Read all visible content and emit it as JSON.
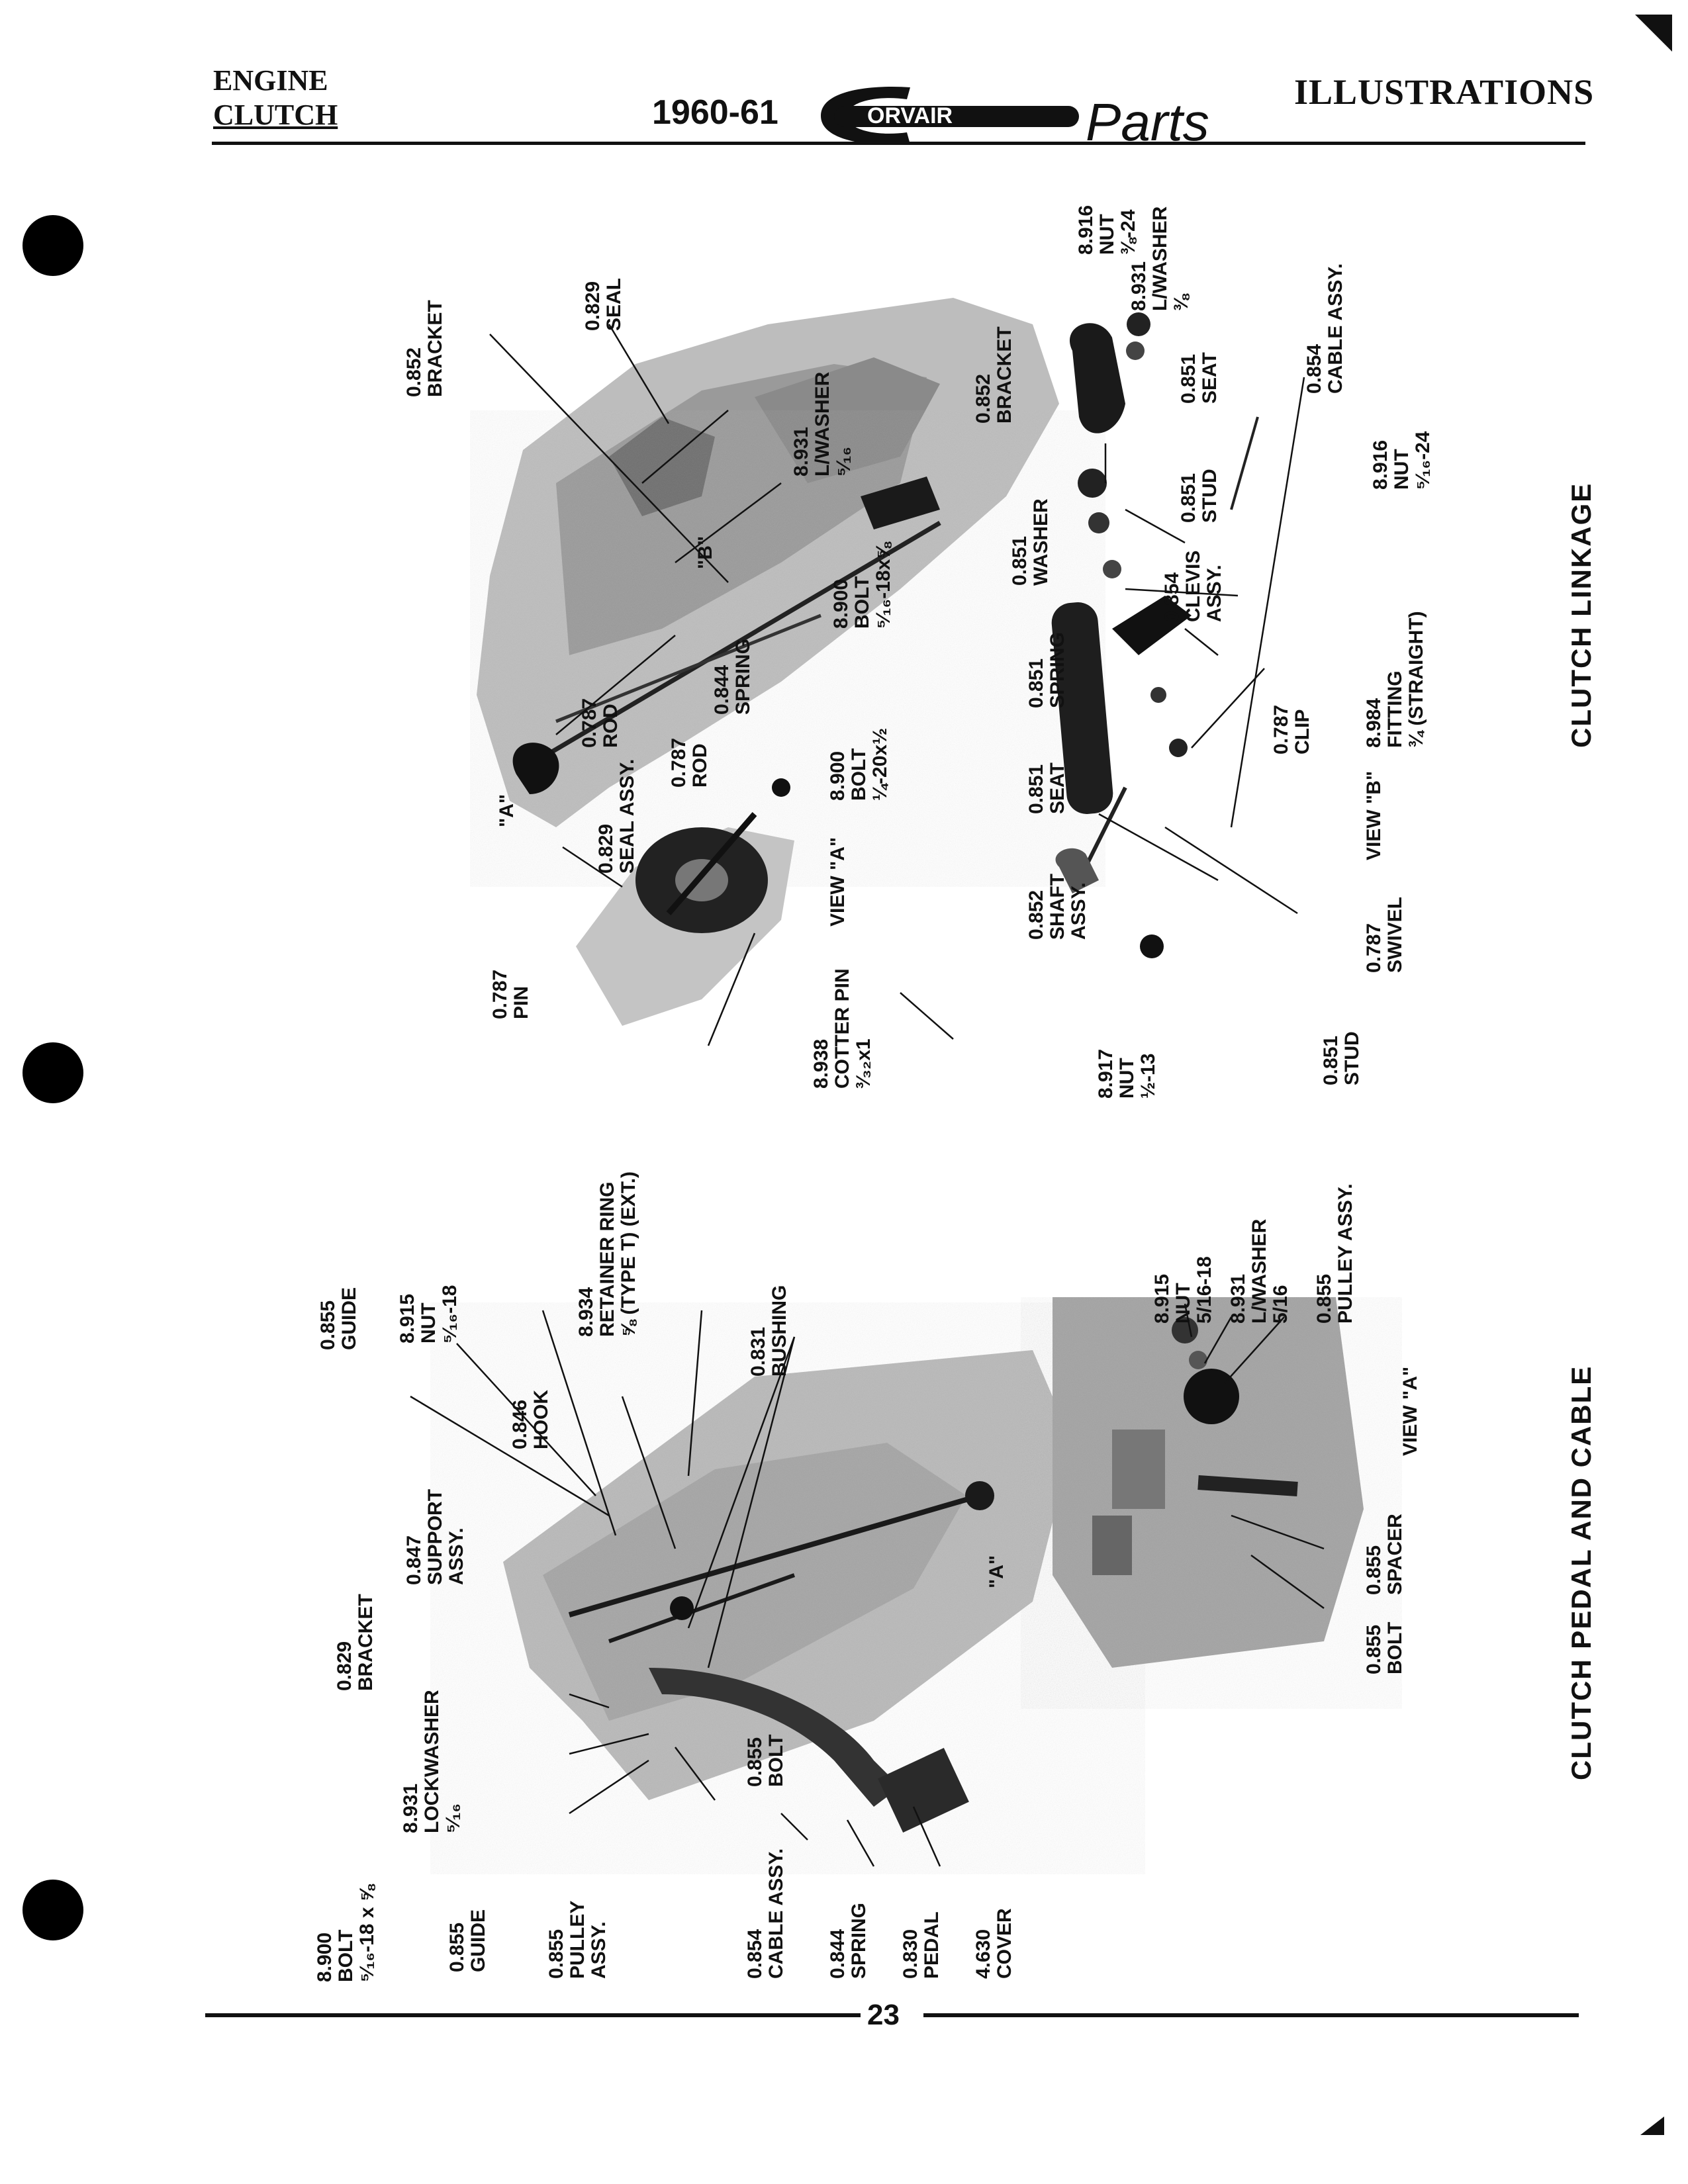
{
  "header": {
    "left_line1": "ENGINE",
    "left_line2": "CLUTCH",
    "center_year": "1960-61",
    "logo_word": "ORVAIR",
    "logo_script": "Parts",
    "right_title": "ILLUSTRATIONS"
  },
  "sections": {
    "upper": "CLUTCH LINKAGE",
    "lower": "CLUTCH PEDAL AND CABLE"
  },
  "upper_labels": [
    {
      "num": "0.852",
      "lines": [
        "BRACKET"
      ]
    },
    {
      "num": "0.829",
      "lines": [
        "SEAL"
      ]
    },
    {
      "num": "8.931",
      "lines": [
        "L/WASHER",
        "⁵⁄₁₆"
      ]
    },
    {
      "num": "8.900",
      "lines": [
        "BOLT",
        "⁵⁄₁₆-18x⅝"
      ]
    },
    {
      "num": "\"B\"",
      "lines": []
    },
    {
      "num": "0.844",
      "lines": [
        "SPRING"
      ]
    },
    {
      "num": "0.787",
      "lines": [
        "ROD"
      ]
    },
    {
      "num": "\"A\"",
      "lines": []
    },
    {
      "num": "0.787",
      "lines": [
        "ROD"
      ]
    },
    {
      "num": "0.829",
      "lines": [
        "SEAL ASSY."
      ]
    },
    {
      "num": "8.900",
      "lines": [
        "BOLT",
        "¼-20x½"
      ]
    },
    {
      "num": "VIEW \"A\"",
      "lines": []
    },
    {
      "num": "0.787",
      "lines": [
        "PIN"
      ]
    },
    {
      "num": "8.938",
      "lines": [
        "COTTER PIN",
        "³⁄₃₂x1"
      ]
    },
    {
      "num": "8.916",
      "lines": [
        "NUT",
        "⅜-24"
      ]
    },
    {
      "num": "8.931",
      "lines": [
        "L/WASHER",
        "⅜"
      ]
    },
    {
      "num": "0.852",
      "lines": [
        "BRACKET"
      ]
    },
    {
      "num": "0.851",
      "lines": [
        "SEAT"
      ]
    },
    {
      "num": "0.854",
      "lines": [
        "CABLE ASSY."
      ]
    },
    {
      "num": "0.851",
      "lines": [
        "WASHER"
      ]
    },
    {
      "num": "0.851",
      "lines": [
        "STUD"
      ]
    },
    {
      "num": "8.916",
      "lines": [
        "NUT",
        "⁵⁄₁₆-24"
      ]
    },
    {
      "num": "0.851",
      "lines": [
        "SPRING"
      ]
    },
    {
      "num": "0.854",
      "lines": [
        "CLEVIS",
        "ASSY."
      ]
    },
    {
      "num": "0.851",
      "lines": [
        "SEAT"
      ]
    },
    {
      "num": "8.984",
      "lines": [
        "FITTING",
        "¾ (STRAIGHT)"
      ]
    },
    {
      "num": "0.787",
      "lines": [
        "CLIP"
      ]
    },
    {
      "num": "0.852",
      "lines": [
        "SHAFT",
        "ASSY."
      ]
    },
    {
      "num": "VIEW \"B\"",
      "lines": []
    },
    {
      "num": "0.787",
      "lines": [
        "SWIVEL"
      ]
    },
    {
      "num": "8.917",
      "lines": [
        "NUT",
        "½-13"
      ]
    },
    {
      "num": "0.851",
      "lines": [
        "STUD"
      ]
    }
  ],
  "lower_labels": [
    {
      "num": "0.855",
      "lines": [
        "GUIDE"
      ]
    },
    {
      "num": "8.915",
      "lines": [
        "NUT",
        "⁵⁄₁₆-18"
      ]
    },
    {
      "num": "8.934",
      "lines": [
        "RETAINER RING",
        "⅝ (TYPE T) (EXT.)"
      ]
    },
    {
      "num": "0.831",
      "lines": [
        "BUSHING"
      ]
    },
    {
      "num": "0.846",
      "lines": [
        "HOOK"
      ]
    },
    {
      "num": "0.847",
      "lines": [
        "SUPPORT",
        "ASSY."
      ]
    },
    {
      "num": "0.829",
      "lines": [
        "BRACKET"
      ]
    },
    {
      "num": "8.931",
      "lines": [
        "LOCKWASHER",
        "⁵⁄₁₆"
      ]
    },
    {
      "num": "8.900",
      "lines": [
        "BOLT",
        "⁵⁄₁₆-18 x ⅝"
      ]
    },
    {
      "num": "0.855",
      "lines": [
        "GUIDE"
      ]
    },
    {
      "num": "0.855",
      "lines": [
        "PULLEY",
        "ASSY."
      ]
    },
    {
      "num": "0.855",
      "lines": [
        "BOLT"
      ]
    },
    {
      "num": "0.854",
      "lines": [
        "CABLE ASSY."
      ]
    },
    {
      "num": "0.844",
      "lines": [
        "SPRING"
      ]
    },
    {
      "num": "0.830",
      "lines": [
        "PEDAL"
      ]
    },
    {
      "num": "4.630",
      "lines": [
        "COVER"
      ]
    },
    {
      "num": "\"A\"",
      "lines": []
    },
    {
      "num": "8.915",
      "lines": [
        "NUT",
        "5/16-18"
      ]
    },
    {
      "num": "8.931",
      "lines": [
        "L/WASHER",
        "5/16"
      ]
    },
    {
      "num": "0.855",
      "lines": [
        "PULLEY ASSY."
      ]
    },
    {
      "num": "VIEW \"A\"",
      "lines": []
    },
    {
      "num": "0.855",
      "lines": [
        "SPACER"
      ]
    },
    {
      "num": "0.855",
      "lines": [
        "BOLT"
      ]
    }
  ],
  "footer": {
    "page_number": "23"
  }
}
